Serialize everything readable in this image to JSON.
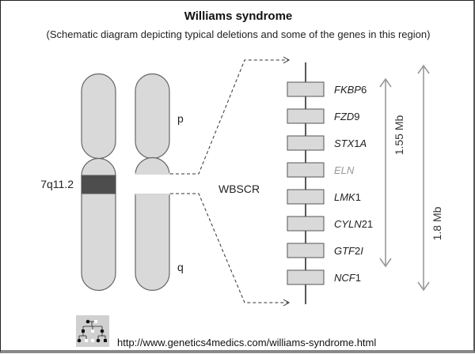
{
  "header": {
    "title": "Williams syndrome",
    "subtitle": "(Schematic diagram depicting typical deletions and some of the genes in this region)"
  },
  "chromosome": {
    "band_label": "7q11.2",
    "p_arm_label": "p",
    "q_arm_label": "q",
    "region_label": "WBSCR",
    "colors": {
      "chromatid_fill": "#d9d9d9",
      "outline": "#666666",
      "band_fill": "#4d4d4d"
    }
  },
  "genes": [
    {
      "name": "FKBP",
      "suffix": "6",
      "muted": false
    },
    {
      "name": "FZD",
      "suffix": "9",
      "muted": false
    },
    {
      "name": "STX",
      "suffix": "1",
      "suffix2": "A",
      "muted": false
    },
    {
      "name": "ELN",
      "suffix": "",
      "muted": true
    },
    {
      "name": "LMK",
      "suffix": "1",
      "muted": false
    },
    {
      "name": "CYLN",
      "suffix": "21",
      "muted": false
    },
    {
      "name": "GTF",
      "suffix": "2",
      "suffix2": "I",
      "muted": false
    },
    {
      "name": "NCF",
      "suffix": "1",
      "muted": false
    }
  ],
  "deletions": [
    {
      "label": "1.55 Mb"
    },
    {
      "label": "1.8 Mb"
    }
  ],
  "footer": {
    "logo": "pedigree-logo",
    "url": "http://www.genetics4medics.com/williams-syndrome.html"
  }
}
